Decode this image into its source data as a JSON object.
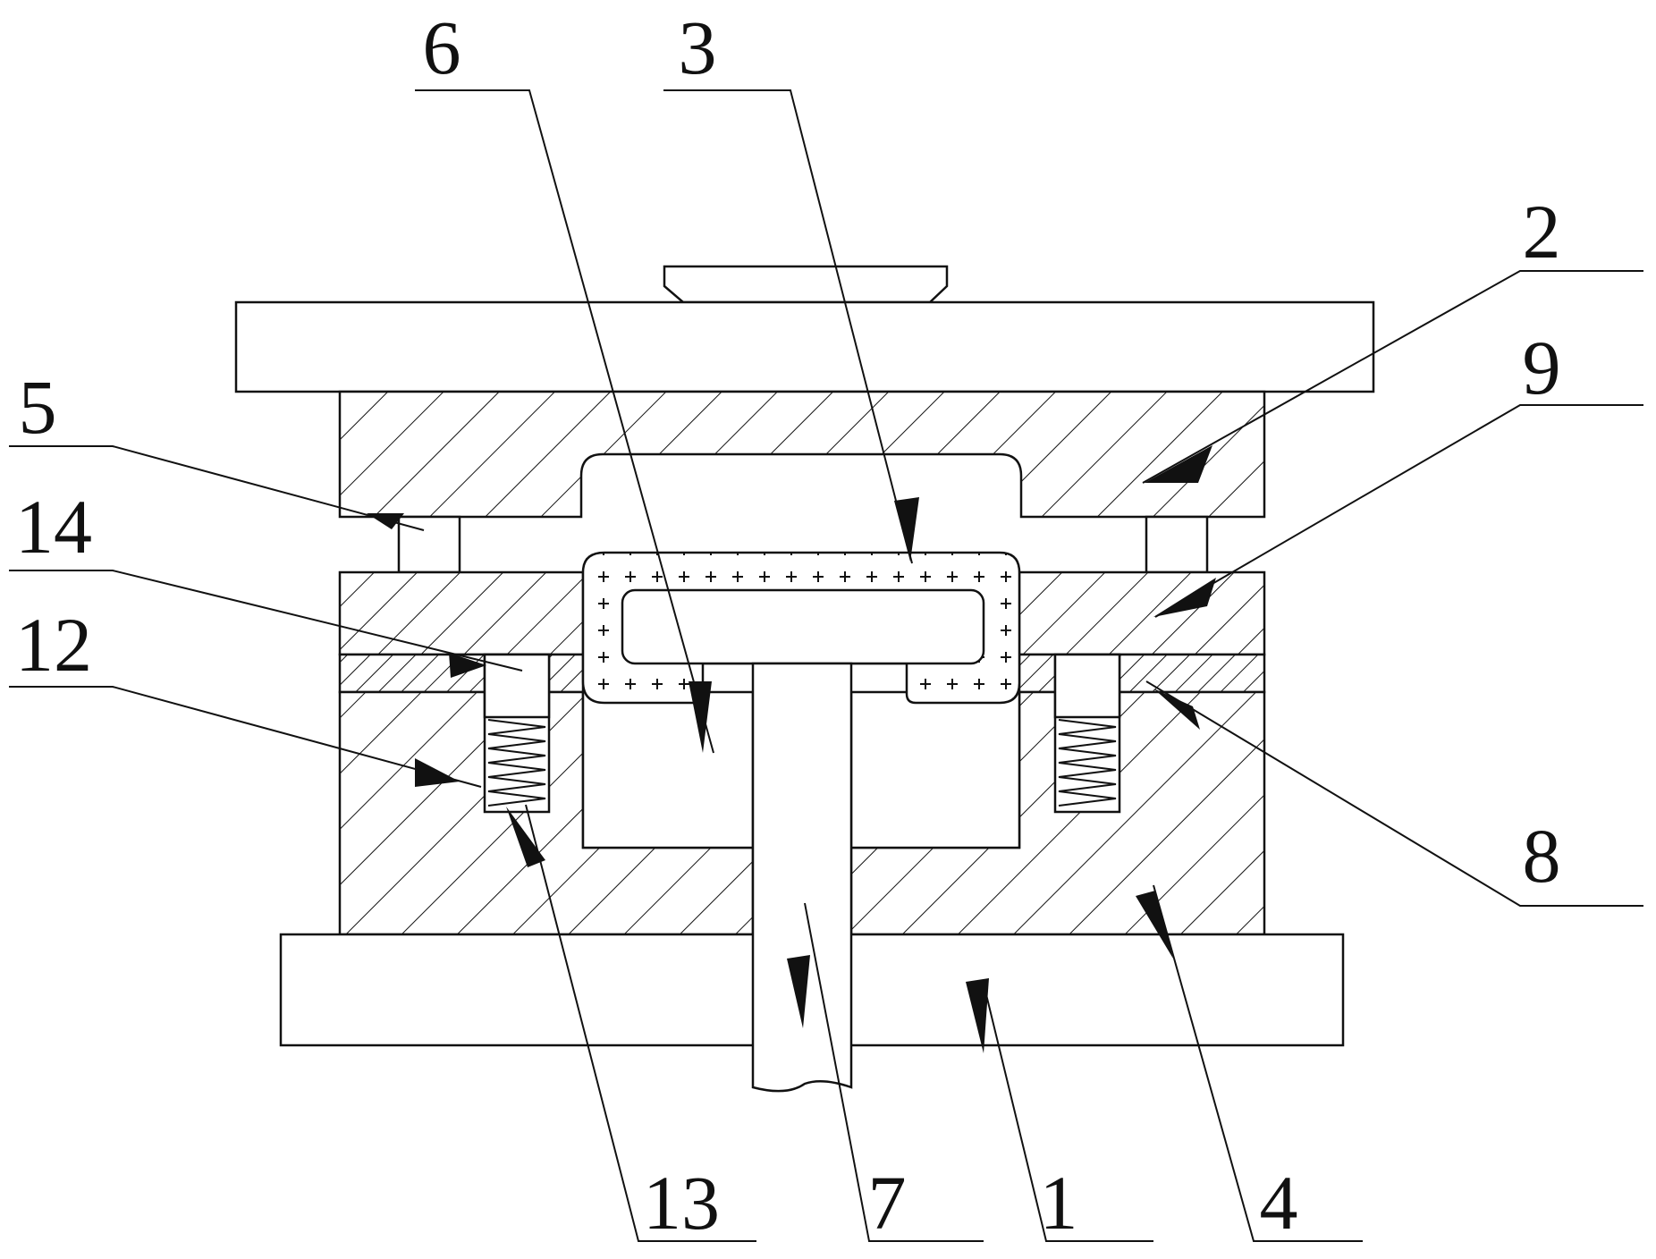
{
  "figure": {
    "callouts": [
      {
        "id": "c1",
        "text": "1"
      },
      {
        "id": "c2",
        "text": "2"
      },
      {
        "id": "c3",
        "text": "3"
      },
      {
        "id": "c4",
        "text": "4"
      },
      {
        "id": "c5",
        "text": "5"
      },
      {
        "id": "c6",
        "text": "6"
      },
      {
        "id": "c7",
        "text": "7"
      },
      {
        "id": "c8",
        "text": "8"
      },
      {
        "id": "c9",
        "text": "9"
      },
      {
        "id": "c12",
        "text": "12"
      },
      {
        "id": "c13",
        "text": "13"
      },
      {
        "id": "c14",
        "text": "14"
      }
    ]
  },
  "colors": {
    "line": "#111111",
    "background": "#ffffff"
  }
}
